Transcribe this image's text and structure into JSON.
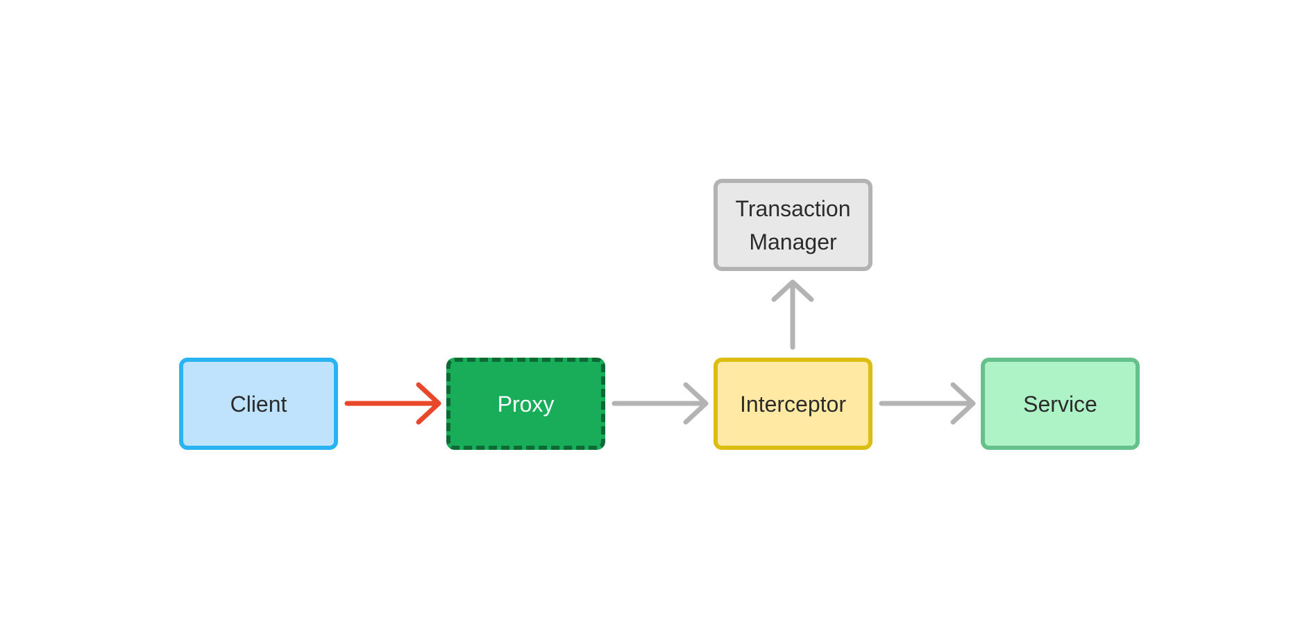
{
  "diagram": {
    "nodes": [
      {
        "id": "client",
        "label": "Client",
        "fill": "#bfe2fd",
        "stroke": "#29b3f3"
      },
      {
        "id": "proxy",
        "label": "Proxy",
        "fill": "#17ad59",
        "stroke": "#0d6a35",
        "dashed": true
      },
      {
        "id": "interceptor",
        "label": "Interceptor",
        "fill": "#ffe9a3",
        "stroke": "#dcbd12"
      },
      {
        "id": "service",
        "label": "Service",
        "fill": "#aef3c6",
        "stroke": "#66c08a"
      },
      {
        "id": "transaction-manager",
        "label": "Transaction\nManager",
        "fill": "#e8e8e8",
        "stroke": "#b3b3b3"
      }
    ],
    "edges": [
      {
        "from": "client",
        "to": "proxy",
        "color": "#e8472a"
      },
      {
        "from": "proxy",
        "to": "interceptor",
        "color": "#b3b3b3"
      },
      {
        "from": "interceptor",
        "to": "service",
        "color": "#b3b3b3"
      },
      {
        "from": "interceptor",
        "to": "transaction-manager",
        "color": "#b3b3b3"
      }
    ]
  }
}
